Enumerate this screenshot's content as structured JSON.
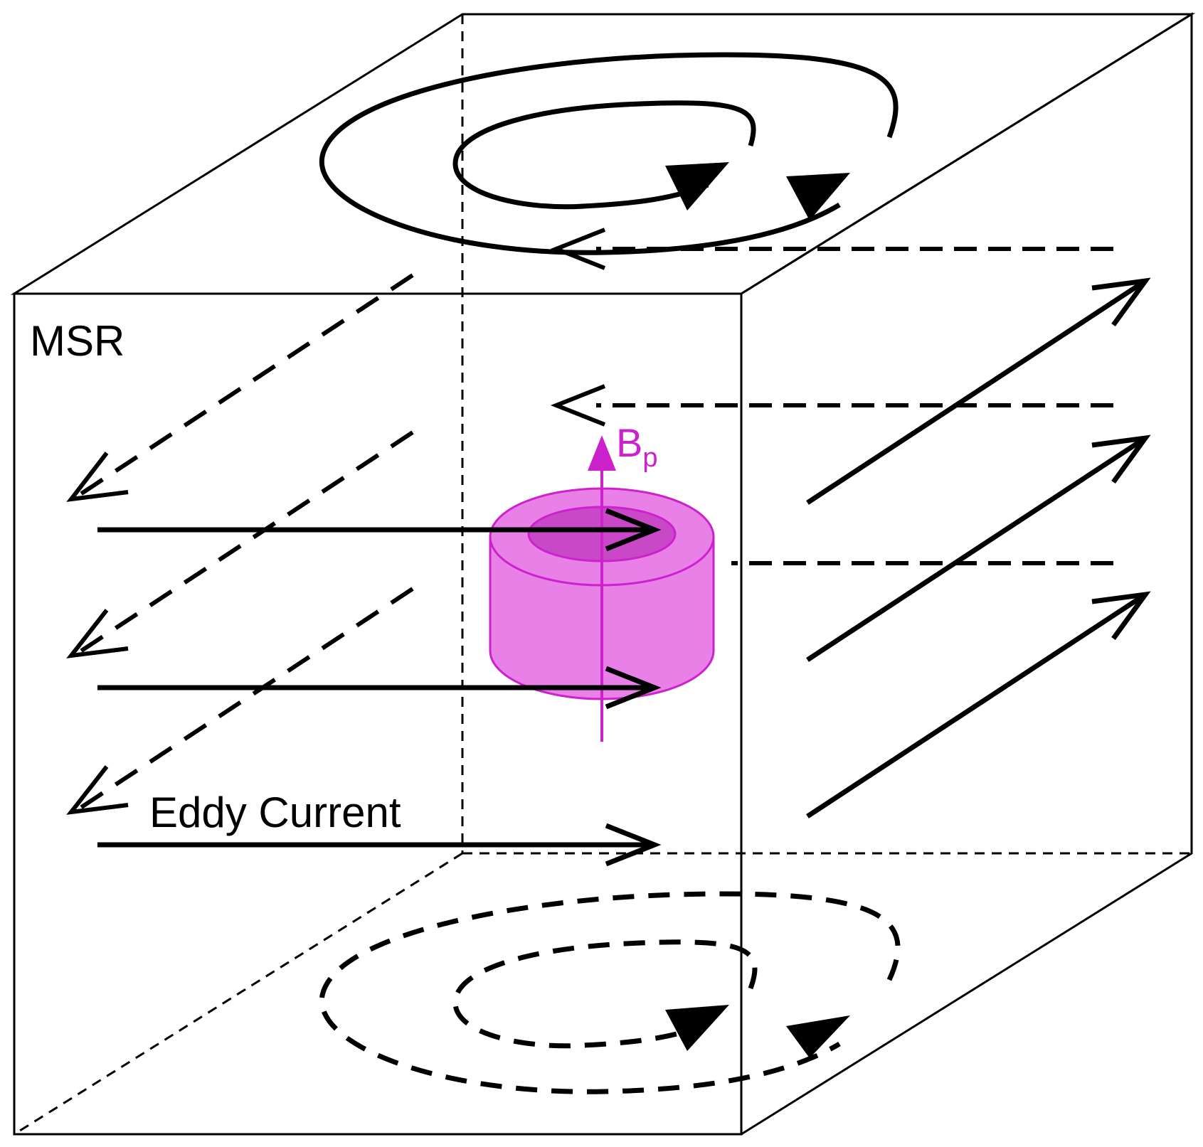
{
  "labels": {
    "room": "MSR",
    "current": "Eddy Current",
    "field_main": "B",
    "field_sub": "p"
  },
  "colors": {
    "ink": "#000000",
    "magnet_fill": "#e880e8",
    "magnet_inner": "#c848c8",
    "magnet_edge": "#cc22cc",
    "field_arrow": "#cc22cc"
  }
}
